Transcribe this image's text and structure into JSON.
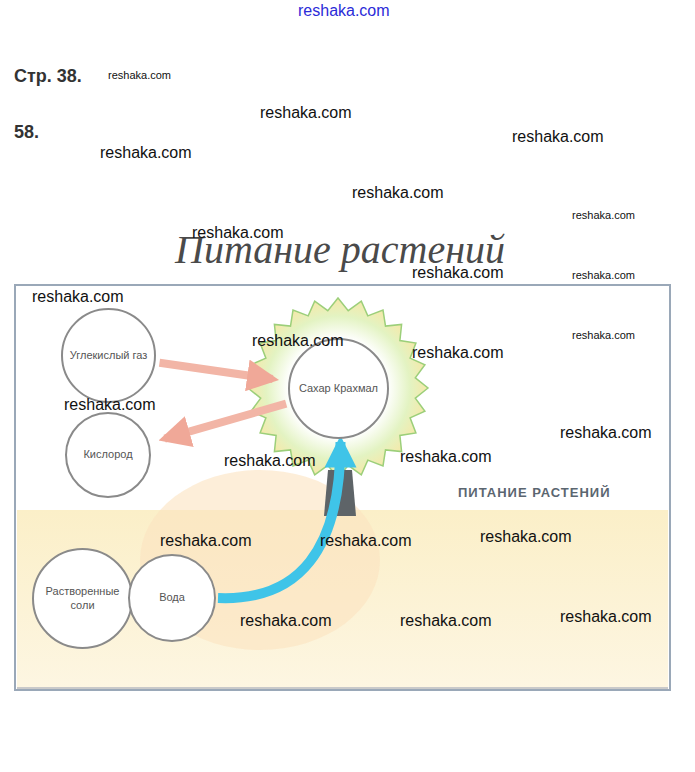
{
  "diagram": {
    "title": "Питание растений",
    "nodes": [
      {
        "text": [
          "Углекислый газ"
        ]
      },
      {
        "text": [
          "Кислород"
        ]
      },
      {
        "text": [
          "Сахар Крахмал"
        ]
      },
      {
        "text": [
          "Растворенные соли"
        ]
      },
      {
        "text": [
          "Вода"
        ]
      }
    ],
    "edges": [
      {
        "from": 0,
        "to": 2,
        "arrow": "to"
      },
      {
        "from": 2,
        "to": 1,
        "arrow": "to"
      },
      {
        "from": 4,
        "to": 2,
        "arrow": "to"
      }
    ],
    "labels": [
      "reshaka.com",
      "Стр. 38.",
      "reshaka.com",
      "reshaka.com",
      "58.",
      "reshaka.com",
      "reshaka.com",
      "reshaka.com",
      "reshaka.com",
      "reshaka.com",
      "reshaka.com",
      "reshaka.com",
      "reshaka.com",
      "reshaka.com",
      "reshaka.com",
      "reshaka.com",
      "reshaka.com",
      "reshaka.com",
      "reshaka.com",
      "reshaka.com",
      "ПИТАНИЕ РАСТЕНИЙ",
      "reshaka.com",
      "reshaka.com",
      "reshaka.com",
      "reshaka.com",
      "reshaka.com",
      "reshaka.com"
    ]
  }
}
